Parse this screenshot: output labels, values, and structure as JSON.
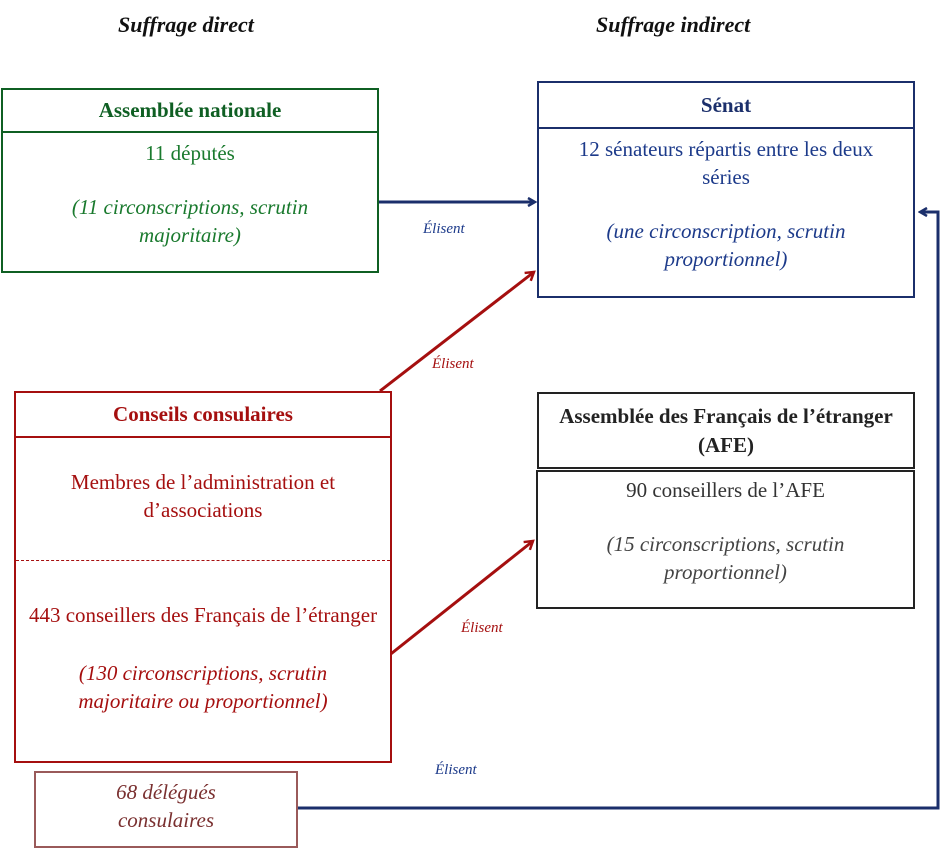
{
  "headers": {
    "direct": "Suffrage direct",
    "indirect": "Suffrage indirect"
  },
  "colors": {
    "green": "#0f5f23",
    "green_text": "#1a7a2e",
    "navy": "#1b2f6b",
    "navy_text": "#1c3a8a",
    "red": "#a50f0f",
    "dark": "#222222",
    "delegates_border": "#9a5a5a",
    "delegates_text": "#7a3030"
  },
  "assemblee_nationale": {
    "title": "Assemblée nationale",
    "count": "11 députés",
    "details": "(11 circonscriptions, scrutin majoritaire)"
  },
  "senat": {
    "title": "Sénat",
    "count": "12 sénateurs répartis entre les deux séries",
    "details": "(une circonscription, scrutin proportionnel)"
  },
  "conseils_consulaires": {
    "title": "Conseils consulaires",
    "members": "Membres de l’administration et d’associations",
    "count": "443 conseillers des Français de l’étranger",
    "details": "(130 circonscriptions, scrutin majoritaire ou proportionnel)"
  },
  "afe": {
    "title": "Assemblée des Français de l’étranger (AFE)",
    "count": "90 conseillers de l’AFE",
    "details": "(15 circonscriptions, scrutin proportionnel)"
  },
  "delegues": {
    "label": "68 délégués consulaires"
  },
  "edges": {
    "an_to_senat": "Élisent",
    "cc_to_senat": "Élisent",
    "cc_to_afe": "Élisent",
    "delegues_to_senat": "Élisent"
  }
}
